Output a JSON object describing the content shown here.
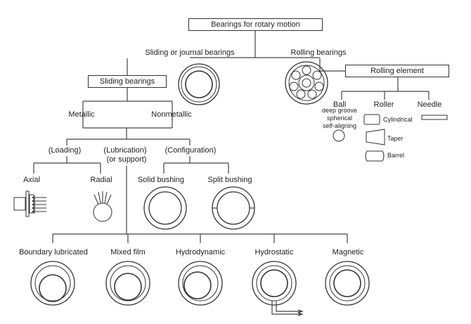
{
  "title": "Bearings for rotary motion",
  "sliding_journal": "Sliding or journal bearings",
  "rolling": "Rolling bearings",
  "sliding_box": "Sliding bearings",
  "rolling_element_box": "Rolling element",
  "metallic": "Metallic",
  "nonmetallic": "Nonmetallic",
  "loading": "(Loading)",
  "lubrication_line1": "(Lubrication)",
  "lubrication_line2": "(or support)",
  "configuration": "(Configuration)",
  "axial": "Axial",
  "radial": "Radial",
  "solid_bushing": "Solid bushing",
  "split_bushing": "Split bushing",
  "ball": "Ball",
  "ball_types": [
    "deep groove",
    "spherical",
    "self-aligning"
  ],
  "roller": "Roller",
  "needle": "Needle",
  "roller_types": [
    "Cylindrical",
    "Taper",
    "Barrel"
  ],
  "lubrication_modes": [
    "Boundary lubricated",
    "Mixed film",
    "Hydrodynamic",
    "Hydrostatic",
    "Magnetic"
  ]
}
